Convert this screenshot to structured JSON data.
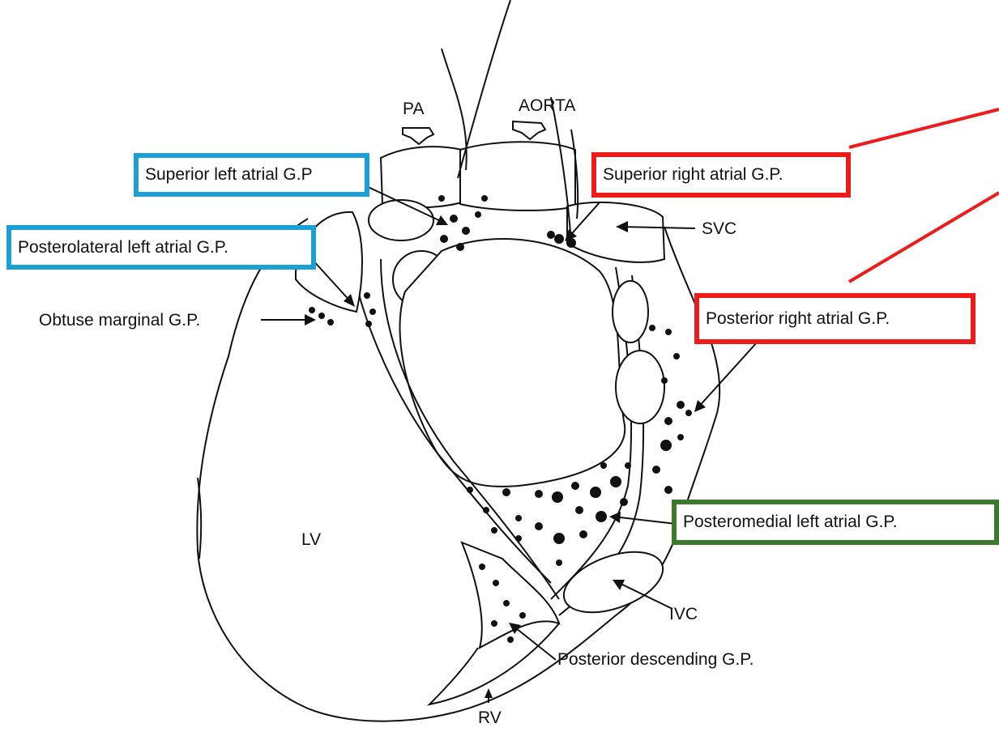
{
  "colors": {
    "ink": "#111111",
    "right_atrial_box": "#ee1b1b",
    "left_atrial_box": "#1aa0d6",
    "posteromedial_box": "#3b7a2a"
  },
  "labels": {
    "pa": "PA",
    "aorta": "AORTA",
    "svc": "SVC",
    "ivc": "IVC",
    "lv": "LV",
    "rv": "RV",
    "obtuse_marginal": "Obtuse marginal G.P.",
    "posterior_descending": "Posterior descending G.P."
  },
  "boxed_labels": {
    "superior_left_atrial": "Superior left atrial G.P",
    "posterolateral_left_atrial": "Posterolateral left atrial G.P.",
    "superior_right_atrial": "Superior right atrial G.P.",
    "posterior_right_atrial": "Posterior right atrial G.P.",
    "posteromedial_left_atrial": "Posteromedial left atrial G.P."
  }
}
